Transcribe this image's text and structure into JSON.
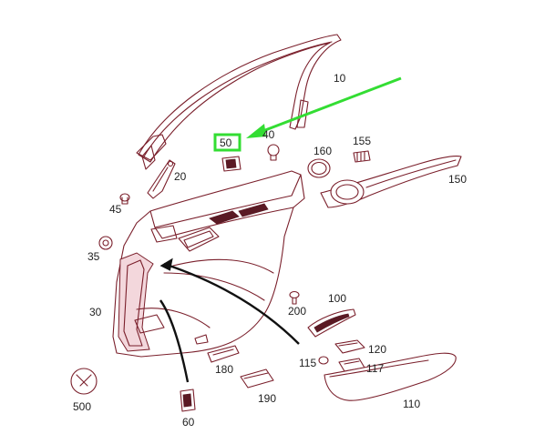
{
  "highlight_color": "#33dd33",
  "callouts": {
    "p10": "10",
    "p20": "20",
    "p30": "30",
    "p35": "35",
    "p40": "40",
    "p45": "45",
    "p50": "50",
    "p60": "60",
    "p100": "100",
    "p110": "110",
    "p115": "115",
    "p117": "117",
    "p120": "120",
    "p150": "150",
    "p155": "155",
    "p160": "160",
    "p180": "180",
    "p190": "190",
    "p200": "200",
    "p500": "500"
  }
}
